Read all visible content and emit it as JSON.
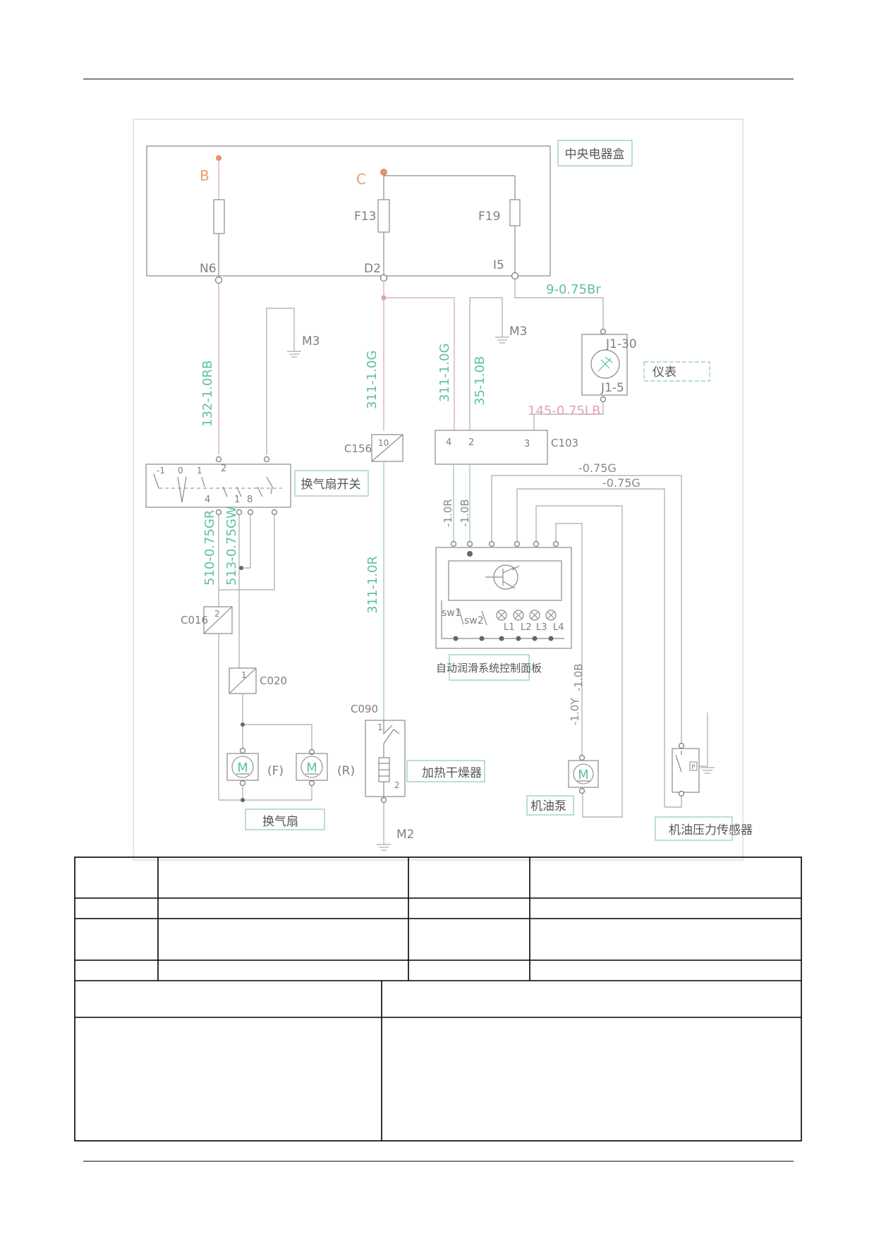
{
  "sources": {
    "b": "B",
    "c": "C"
  },
  "fuses": {
    "f13": "F13",
    "f19": "F19"
  },
  "pins": {
    "n6": "N6",
    "d2": "D2",
    "i5": "I5"
  },
  "grounds": {
    "m3a": "M3",
    "m3b": "M3",
    "m2": "M2"
  },
  "wires": {
    "w132": "132-1.0RB",
    "w311a": "311-1.0G",
    "w311b": "311-1.0G",
    "w35": "35-1.0B",
    "w9": "9-0.75Br",
    "w145": "145-0.75LB",
    "w075g1": "-0.75G",
    "w075g2": "-0.75G",
    "w10r": "-1.0R",
    "w10b": "-1.0B",
    "w510": "510-0.75GR",
    "w513": "513-0.75GW",
    "w311r": "311-1.0R",
    "w10b2": "-1.0B",
    "w10y": "-1.0Y"
  },
  "connectors": {
    "c156": "C156",
    "c156_pin": "10",
    "c103": "C103",
    "c103_p4": "4",
    "c103_p2": "2",
    "c103_p3": "3",
    "c016": "C016",
    "c016_pin": "2",
    "c020": "C020",
    "c020_pin": "1",
    "c090": "C090",
    "c090_p1": "1",
    "c090_p2": "2"
  },
  "gauge": {
    "pin_a": "J1-30",
    "pin_b": "J1-5"
  },
  "switch": {
    "p_neg1": "-1",
    "p0": "0",
    "p1": "1",
    "p2": "2",
    "p4": "4",
    "p1b": "1",
    "p8": "8"
  },
  "panel": {
    "sw1": "sw1",
    "sw2": "sw2",
    "l1": "L1",
    "l2": "L2",
    "l3": "L3",
    "l4": "L4"
  },
  "motors": {
    "m": "M",
    "f": "(F)",
    "r": "(R)"
  },
  "labels": {
    "central_box": "中央电器盒",
    "instrument": "仪表",
    "fan_switch": "换气扇开关",
    "lube_panel": "自动润滑系统控制面板",
    "dryer": "加热干燥器",
    "oil_pump": "机油泵",
    "fan": "换气扇",
    "pressure_sensor": "机油压力传感器"
  }
}
